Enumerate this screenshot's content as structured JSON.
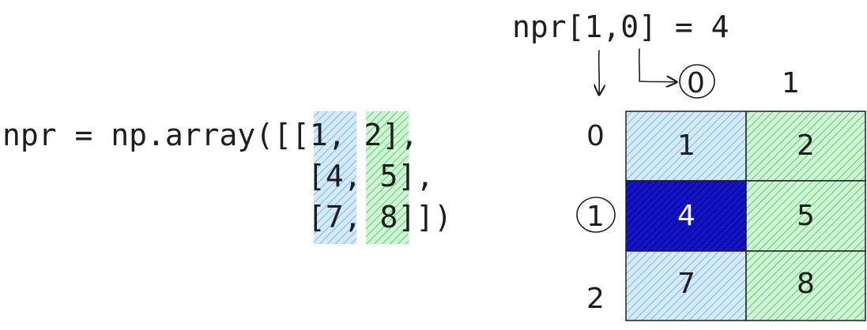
{
  "code": {
    "line1": "npr = np.array([[1, 2],",
    "line2": "[4, 5],",
    "line3": "[7, 8]])"
  },
  "annotation": {
    "expression": "npr[1,0] = 4"
  },
  "grid": {
    "col_labels": [
      "0",
      "1"
    ],
    "row_labels": [
      "0",
      "1",
      "2"
    ],
    "cells": [
      [
        "1",
        "2"
      ],
      [
        "4",
        "5"
      ],
      [
        "7",
        "8"
      ]
    ],
    "selected": {
      "row": 1,
      "col": 0
    }
  },
  "colors": {
    "column0": "#a5d8ff",
    "column0_hatch": "#4a90d9",
    "column1": "#b2f2bb",
    "column1_hatch": "#2fb344",
    "selected_cell": "#1010b8",
    "ink": "#1e1e1e"
  }
}
